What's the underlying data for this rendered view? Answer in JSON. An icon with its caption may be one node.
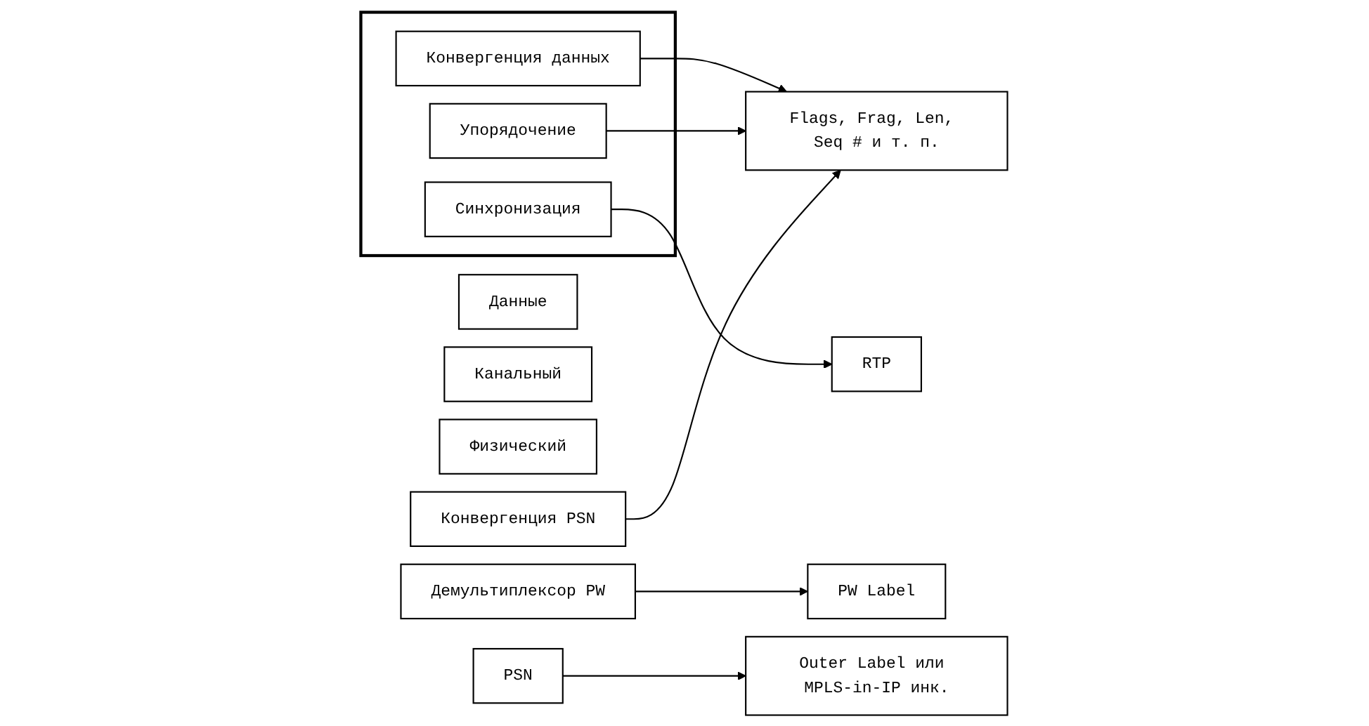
{
  "diagram": {
    "nodes": [
      {
        "text": [
          "Данные"
        ]
      },
      {
        "text": [],
        "shape": "box"
      },
      {
        "text": [
          "Конвергенция данных"
        ],
        "in": 1
      },
      {
        "text": [
          "Синхронизация"
        ],
        "in": 1
      },
      {
        "text": [
          "Упорядочение"
        ],
        "in": 1
      },
      {
        "text": [
          "Демультиплексор PW"
        ]
      },
      {
        "text": [
          "Конвергенция PSN"
        ]
      },
      {
        "text": [
          "PSN"
        ]
      },
      {
        "text": [
          "Канальный"
        ]
      },
      {
        "text": [
          "Физический"
        ]
      },
      {
        "text": [
          "RTP"
        ]
      },
      {
        "text": [
          "Flags, Frag, Len, Seq # и т. п."
        ]
      },
      {
        "text": [
          "PW Label"
        ]
      },
      {
        "text": [
          "Outer Label или MPLS-in-IP инк."
        ]
      }
    ],
    "edges": [
      {
        "from": 2,
        "to": 11,
        "arrow": "to"
      },
      {
        "from": 3,
        "to": 10,
        "arrow": "to"
      },
      {
        "from": 4,
        "to": 11,
        "arrow": "to"
      },
      {
        "from": 5,
        "to": 12,
        "arrow": "to"
      },
      {
        "from": 6,
        "to": 11,
        "arrow": "to"
      },
      {
        "from": 7,
        "to": 13,
        "arrow": "to"
      }
    ]
  }
}
